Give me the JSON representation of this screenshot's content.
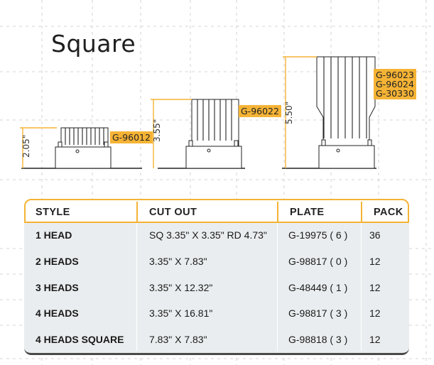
{
  "title": "Square",
  "fixtures": [
    {
      "height": "2.05\"",
      "parts": [
        "G-96012"
      ]
    },
    {
      "height": "3.55\"",
      "parts": [
        "G-96022"
      ]
    },
    {
      "height": "5.50\"",
      "parts": [
        "G-96023",
        "G-96024",
        "G-30330"
      ]
    }
  ],
  "table": {
    "headers": [
      "STYLE",
      "CUT OUT",
      "PLATE",
      "PACK"
    ],
    "rows": [
      [
        "1 HEAD",
        "SQ 3.35\" X 3.35\" RD 4.73\"",
        "G-19975 ( 6 )",
        "36"
      ],
      [
        "2 HEADS",
        "3.35\" X 7.83\"",
        "G-98817 ( 0 )",
        "12"
      ],
      [
        "3 HEADS",
        "3.35\" X 12.32\"",
        "G-48449 ( 1 )",
        "12"
      ],
      [
        "4 HEADS",
        "3.35\" X 16.81\"",
        "G-98817 ( 3 )",
        "12"
      ],
      [
        "4 HEADS SQUARE",
        "7.83\" X 7.83\"",
        "G-98818 ( 3 )",
        "12"
      ]
    ]
  },
  "colors": {
    "accent": "#f5b335",
    "dimension": "#f5b335",
    "outline": "#222222"
  }
}
